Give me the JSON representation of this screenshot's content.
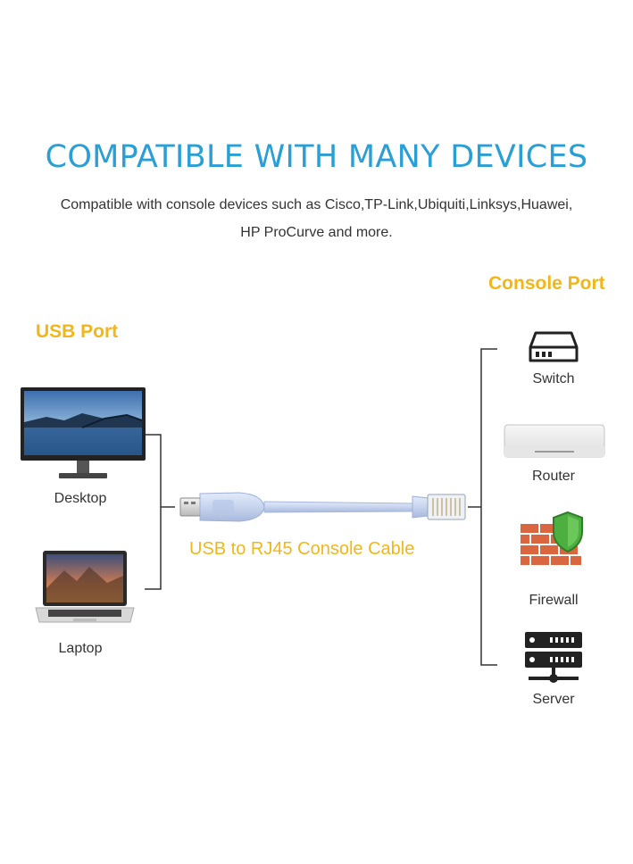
{
  "heading": {
    "title": "COMPATIBLE WITH MANY DEVICES",
    "subtitle_line1": "Compatible with console devices such as Cisco,TP-Link,Ubiquiti,Linksys,Huawei,",
    "subtitle_line2": "HP ProCurve and more."
  },
  "left": {
    "port_label": "USB Port",
    "devices": [
      {
        "label": "Desktop",
        "icon": "desktop-monitor-icon"
      },
      {
        "label": "Laptop",
        "icon": "laptop-icon"
      }
    ]
  },
  "center": {
    "cable_label": "USB to RJ45 Console Cable"
  },
  "right": {
    "port_label": "Console Port",
    "devices": [
      {
        "label": "Switch",
        "icon": "switch-icon"
      },
      {
        "label": "Router",
        "icon": "router-icon"
      },
      {
        "label": "Firewall",
        "icon": "firewall-icon"
      },
      {
        "label": "Server",
        "icon": "server-icon"
      }
    ]
  },
  "colors": {
    "title_blue": "#2a9fd6",
    "label_yellow": "#f2b619",
    "cable_blue": "#c9d6f0",
    "text_gray": "#333333"
  }
}
